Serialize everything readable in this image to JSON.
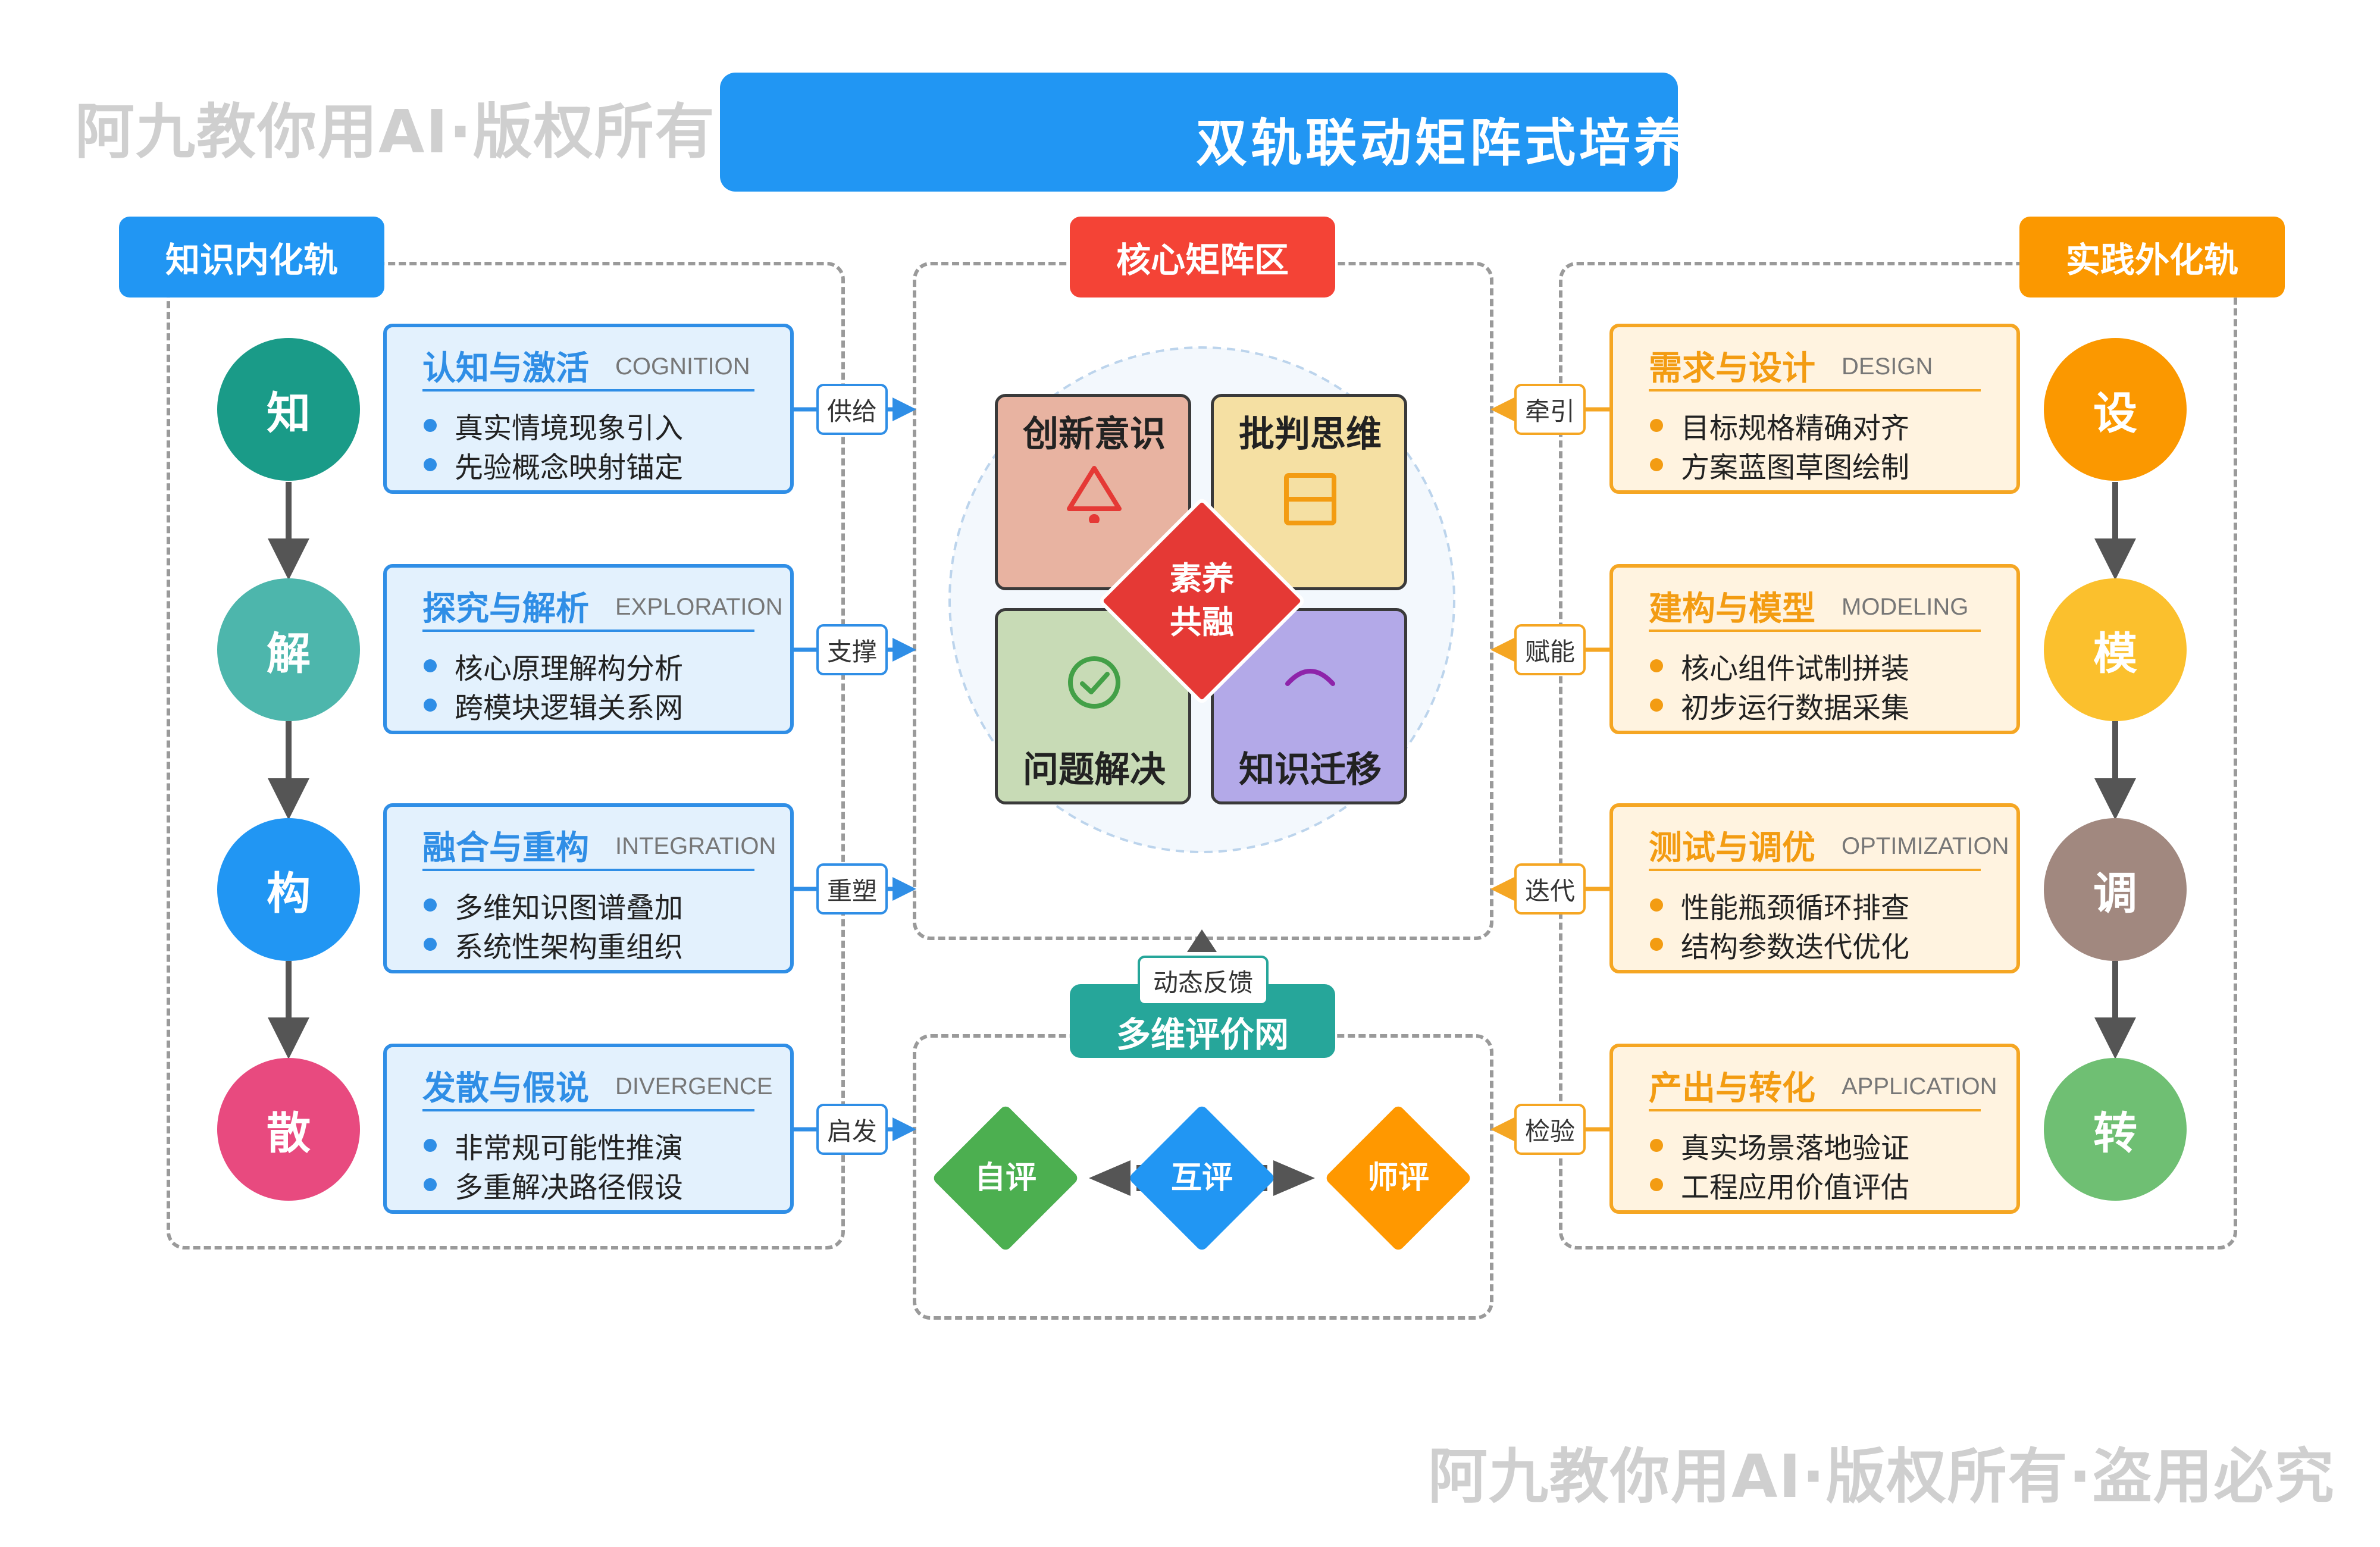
{
  "title": "双轨联动矩阵式培养",
  "watermark_top": "阿九教你用AI·版权所有·盗用必究",
  "watermark_bottom": "阿九教你用AI·版权所有·盗用必究",
  "left_track": {
    "tag": "知识内化轨",
    "color": "#2196f3",
    "steps": [
      {
        "char": "知",
        "color": "#1a9b88",
        "title": "认知与激活",
        "subtitle": "COGNITION",
        "bullets": [
          "真实情境现象引入",
          "先验概念映射锚定"
        ],
        "link": "供给"
      },
      {
        "char": "解",
        "color": "#4db6ac",
        "title": "探究与解析",
        "subtitle": "EXPLORATION",
        "bullets": [
          "核心原理解构分析",
          "跨模块逻辑关系网"
        ],
        "link": "支撑"
      },
      {
        "char": "构",
        "color": "#2196f3",
        "title": "融合与重构",
        "subtitle": "INTEGRATION",
        "bullets": [
          "多维知识图谱叠加",
          "系统性架构重组织"
        ],
        "link": "重塑"
      },
      {
        "char": "散",
        "color": "#e84a7f",
        "title": "发散与假说",
        "subtitle": "DIVERGENCE",
        "bullets": [
          "非常规可能性推演",
          "多重解决路径假设"
        ],
        "link": "启发"
      }
    ]
  },
  "right_track": {
    "tag": "实践外化轨",
    "color": "#fb9800",
    "steps": [
      {
        "char": "设",
        "color": "#fb9800",
        "title": "需求与设计",
        "subtitle": "DESIGN",
        "bullets": [
          "目标规格精确对齐",
          "方案蓝图草图绘制"
        ],
        "link": "牵引"
      },
      {
        "char": "模",
        "color": "#fbc02d",
        "title": "建构与模型",
        "subtitle": "MODELING",
        "bullets": [
          "核心组件试制拼装",
          "初步运行数据采集"
        ],
        "link": "赋能"
      },
      {
        "char": "调",
        "color": "#a1887f",
        "title": "测试与调优",
        "subtitle": "OPTIMIZATION",
        "bullets": [
          "性能瓶颈循环排查",
          "结构参数迭代优化"
        ],
        "link": "迭代"
      },
      {
        "char": "转",
        "color": "#6fbf73",
        "title": "产出与转化",
        "subtitle": "APPLICATION",
        "bullets": [
          "真实场景落地验证",
          "工程应用价值评估"
        ],
        "link": "检验"
      }
    ]
  },
  "core": {
    "tag": "核心矩阵区",
    "tag_color": "#f44336",
    "quadrants": [
      {
        "label": "创新意识",
        "color": "#e8b3a1",
        "icon": "triangle-warning-icon",
        "icon_color": "#e53935"
      },
      {
        "label": "批判思维",
        "color": "#f5e0a3",
        "icon": "split-square-icon",
        "icon_color": "#f39c12"
      },
      {
        "label": "问题解决",
        "color": "#c8dbb6",
        "icon": "check-circle-icon",
        "icon_color": "#43a047"
      },
      {
        "label": "知识迁移",
        "color": "#b3a9e8",
        "icon": "arc-icon",
        "icon_color": "#8e24aa"
      }
    ],
    "center": {
      "line1": "素养",
      "line2": "共融",
      "color": "#e53935"
    }
  },
  "evaluation": {
    "tag": "多维评价网",
    "tag_color": "#26a69a",
    "feedback_label": "动态反馈",
    "items": [
      {
        "label": "自评",
        "color": "#4caf50"
      },
      {
        "label": "互评",
        "color": "#2196f3"
      },
      {
        "label": "师评",
        "color": "#ff9800"
      }
    ]
  }
}
